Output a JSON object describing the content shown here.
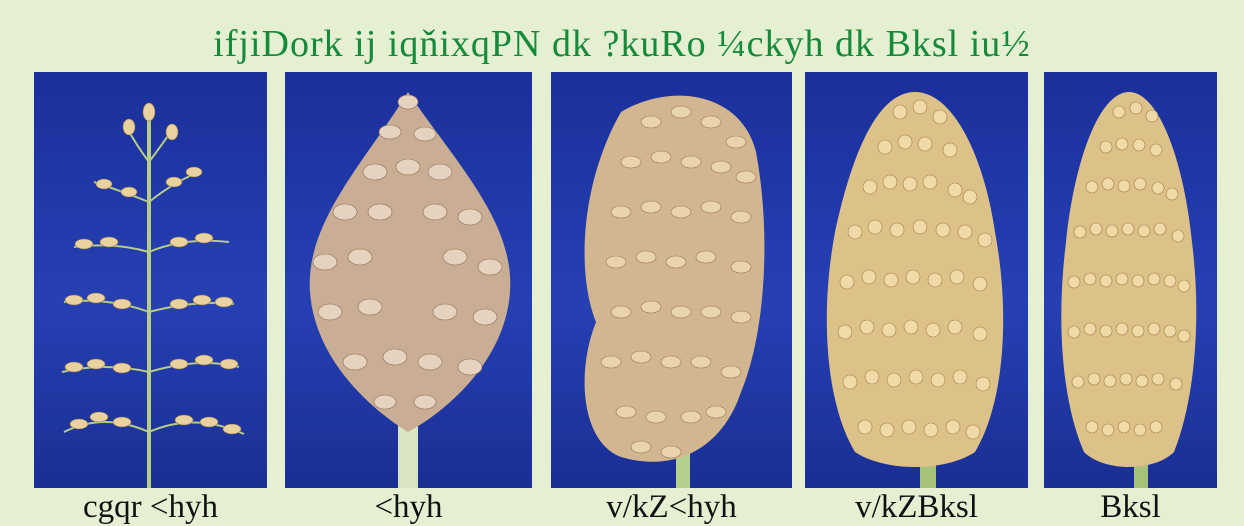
{
  "title": "ifjiDork ij iqňixqPN dk ?kuRo ¼ckyh dk Bksl iu½",
  "panels": [
    {
      "caption": "cgqr <hyh",
      "form": "very loose panicle"
    },
    {
      "caption": "<hyh",
      "form": "loose panicle"
    },
    {
      "caption": "v/kZ<hyh",
      "form": "semi-loose panicle"
    },
    {
      "caption": "v/kZBksl",
      "form": "semi-compact panicle"
    },
    {
      "caption": "Bksl",
      "form": "compact panicle"
    }
  ],
  "colors": {
    "background": "#e5f0d2",
    "title": "#158a3a",
    "panel_background": "#2238ad",
    "grain": "#e8cf9a",
    "stem": "#a9c27a"
  }
}
